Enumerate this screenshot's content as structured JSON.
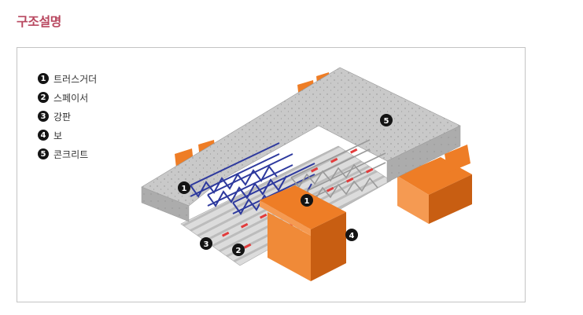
{
  "title": "구조설명",
  "legend": [
    {
      "num": "1",
      "label": "트러스거더"
    },
    {
      "num": "2",
      "label": "스페이서"
    },
    {
      "num": "3",
      "label": "강판"
    },
    {
      "num": "4",
      "label": "보"
    },
    {
      "num": "5",
      "label": "콘크리트"
    }
  ],
  "callouts": {
    "truss_left": "1",
    "truss_right": "1",
    "spacer": "2",
    "deck": "3",
    "beam": "4",
    "concrete": "5"
  },
  "colors": {
    "title": "#b8475f",
    "concrete_top": "#c9c9c9",
    "concrete_side": "#a9a9a9",
    "beam": "#ee7d26",
    "beam_dark": "#c85e12",
    "truss": "#2e3a9e",
    "spacer": "#e23b3b",
    "deck": "#d8d8d8"
  }
}
